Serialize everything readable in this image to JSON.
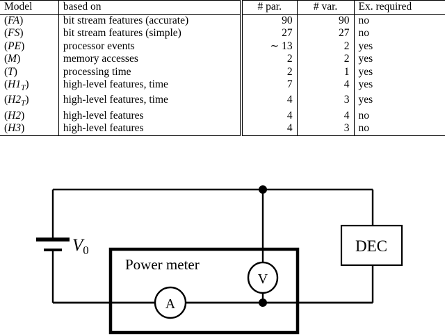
{
  "table": {
    "columns": [
      "Model",
      "based on",
      "# par.",
      "# var.",
      "Ex. required"
    ],
    "rows": [
      {
        "model": "FA",
        "model_sub": "",
        "based_on": "bit stream features (accurate)",
        "par": "90",
        "var": "90",
        "ex": "no"
      },
      {
        "model": "FS",
        "model_sub": "",
        "based_on": "bit stream features (simple)",
        "par": "27",
        "var": "27",
        "ex": "no"
      },
      {
        "model": "PE",
        "model_sub": "",
        "based_on": "processor events",
        "par": "∼ 13",
        "var": "2",
        "ex": "yes"
      },
      {
        "model": "M",
        "model_sub": "",
        "based_on": "memory accesses",
        "par": "2",
        "var": "2",
        "ex": "yes"
      },
      {
        "model": "T",
        "model_sub": "",
        "based_on": "processing time",
        "par": "2",
        "var": "1",
        "ex": "yes"
      },
      {
        "model": "H1",
        "model_sub": "T",
        "based_on": "high-level features, time",
        "par": "7",
        "var": "4",
        "ex": "yes"
      },
      {
        "model": "H2",
        "model_sub": "T",
        "based_on": "high-level features, time",
        "par": "4",
        "var": "3",
        "ex": "yes"
      },
      {
        "model": "H2",
        "model_sub": "",
        "based_on": "high-level features",
        "par": "4",
        "var": "4",
        "ex": "no"
      },
      {
        "model": "H3",
        "model_sub": "",
        "based_on": "high-level features",
        "par": "4",
        "var": "3",
        "ex": "no"
      }
    ]
  },
  "circuit": {
    "source_label": "V",
    "source_sub": "0",
    "power_meter_label": "Power meter",
    "dec_label": "DEC",
    "voltmeter_label": "V",
    "ammeter_label": "A",
    "colors": {
      "wire": "#000000",
      "background": "#ffffff"
    }
  }
}
